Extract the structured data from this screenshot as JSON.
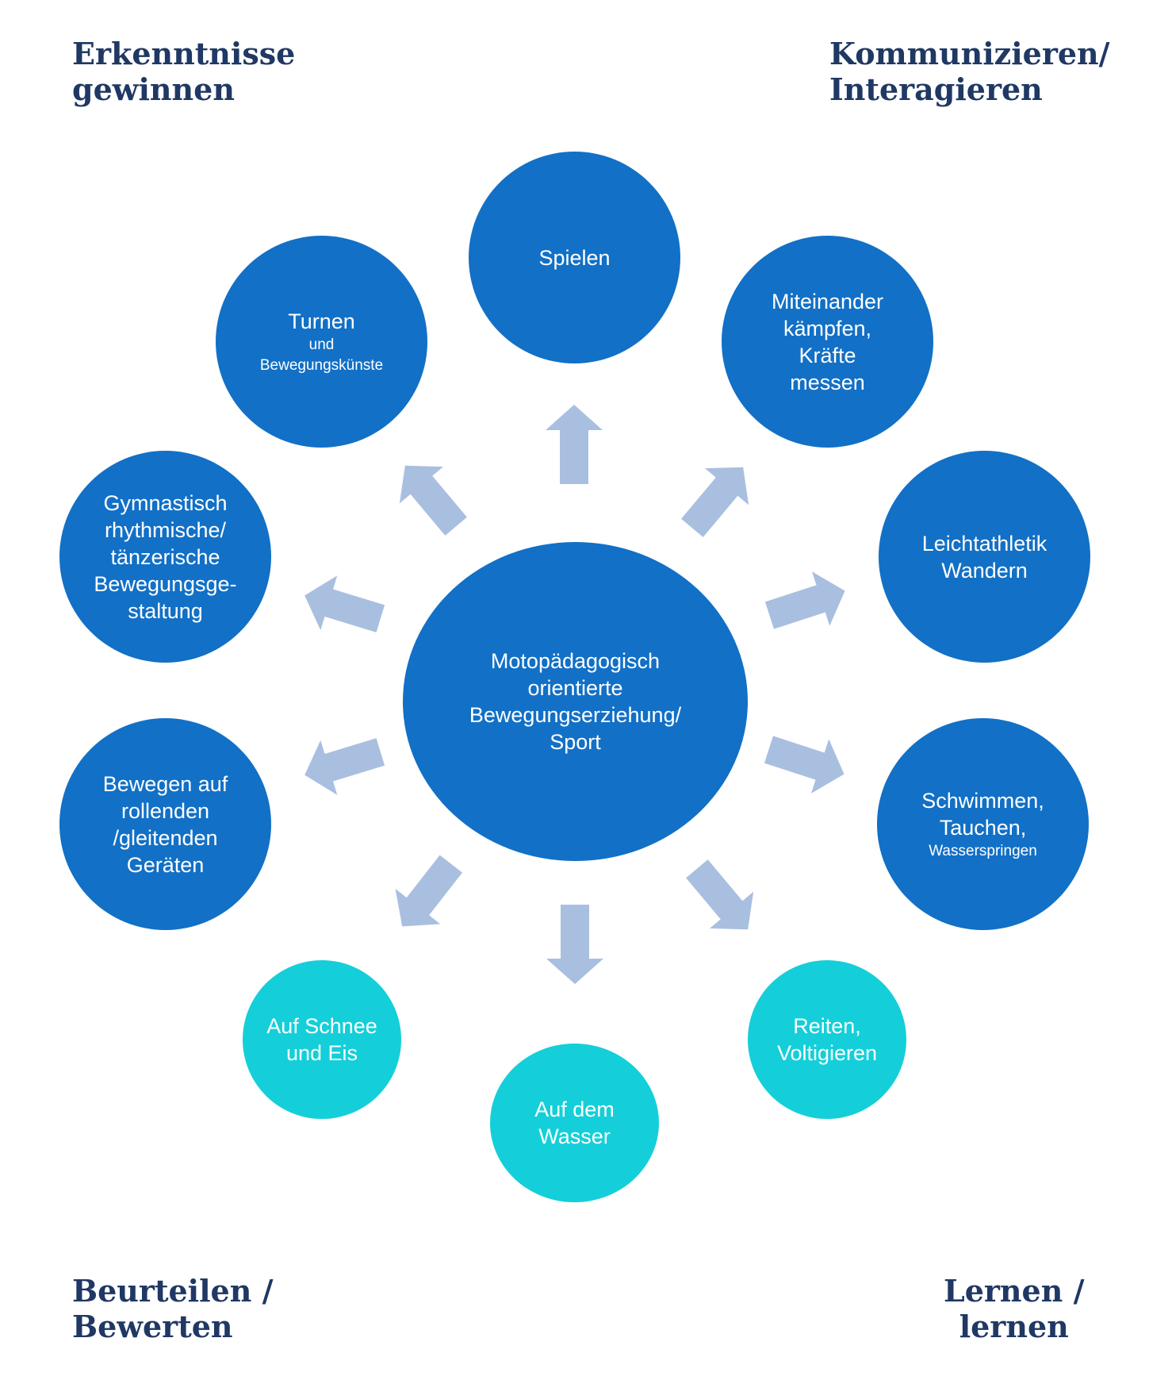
{
  "corners": {
    "top_left": [
      "Erkenntnisse",
      "gewinnen"
    ],
    "top_right": [
      "Kommunizieren/",
      "Interagieren"
    ],
    "bottom_left": [
      "Beurteilen /",
      "Bewerten"
    ],
    "bottom_right": [
      "Lernen /",
      "lernen"
    ]
  },
  "center": {
    "lines": [
      "Motopädagogisch",
      "orientierte",
      "Bewegungserziehung/",
      "Sport"
    ]
  },
  "nodes": {
    "spielen": {
      "lines": [
        "Spielen"
      ]
    },
    "turnen": {
      "title": "Turnen",
      "sub": [
        "und",
        "Bewegungskünste"
      ]
    },
    "kaempfen": {
      "lines": [
        "Miteinander",
        "kämpfen,",
        "Kräfte",
        "messen"
      ]
    },
    "gymnastisch": {
      "lines": [
        "Gymnastisch",
        "rhythmische/",
        "tänzerische",
        "Bewegungsge-",
        "staltung"
      ]
    },
    "leichtathletik": {
      "lines": [
        "Leichtathletik",
        "Wandern"
      ]
    },
    "rollen": {
      "lines": [
        "Bewegen auf",
        "rollenden",
        "/gleitenden",
        "Geräten"
      ]
    },
    "schwimmen": {
      "lines": [
        "Schwimmen,",
        "Tauchen,"
      ],
      "sub": [
        "Wasserspringen"
      ]
    },
    "schnee": {
      "lines": [
        "Auf Schnee",
        "und Eis"
      ]
    },
    "wasser": {
      "lines": [
        "Auf dem",
        "Wasser"
      ]
    },
    "reiten": {
      "lines": [
        "Reiten,",
        "Voltigieren"
      ]
    }
  },
  "colors": {
    "primary_circle": "#1270c6",
    "secondary_circle": "#14cfd9",
    "arrow": "#a9bfe0",
    "corner_text": "#1f3864"
  }
}
